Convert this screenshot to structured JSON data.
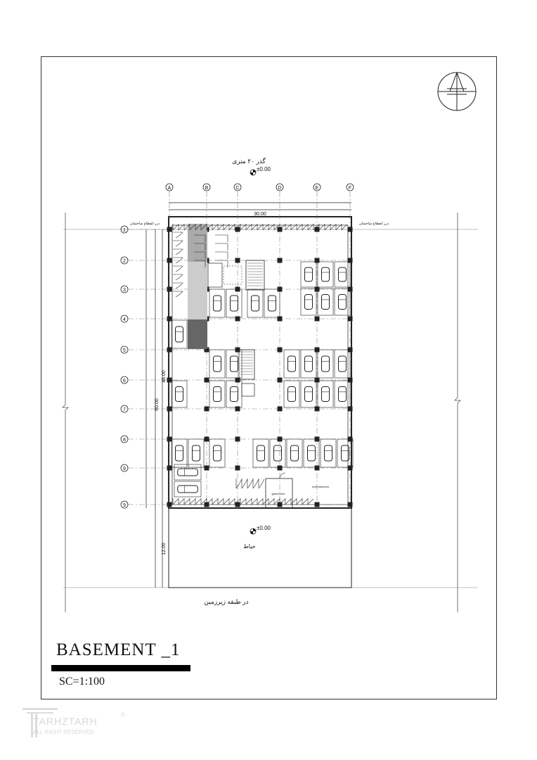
{
  "drawing": {
    "title": "BASEMENT _1",
    "scale": "SC=1:100",
    "street_label": "گذر ۲۰ متری",
    "courtyard_label": "حیاط",
    "bottom_note": "در طبقه زیرزمین",
    "joint_label_left": "درز انقطاع ساختمان",
    "joint_label_right": "درز انقطاع ساختمان",
    "level_top": "±0.00",
    "level_yard": "±0.00",
    "rooms": {
      "gameroom": "gameroom",
      "exerciseroom": "exerciseroom"
    },
    "dimensions": {
      "width": "30.00",
      "basement_depth": "48.00",
      "total_depth": "60.00",
      "yard_depth": "12.00"
    },
    "grid_columns": [
      "A",
      "B",
      "C",
      "D",
      "E",
      "F"
    ],
    "grid_rows": [
      "1",
      "2",
      "3",
      "4",
      "5",
      "6",
      "7",
      "8",
      "9",
      "9"
    ]
  },
  "watermark": {
    "name": "TARHZTARH",
    "rights": "ALL RIGHT RESERVED",
    "mark": "®"
  }
}
